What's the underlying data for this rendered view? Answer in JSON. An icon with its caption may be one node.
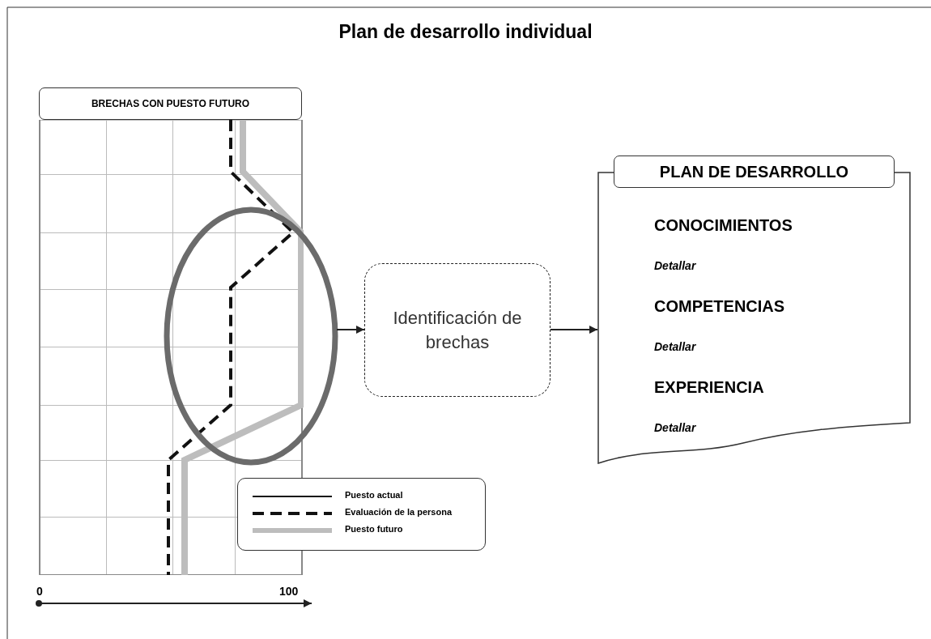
{
  "diagram": {
    "title": "Plan de desarrollo individual",
    "nodes": [
      {
        "text": [
          "BRECHAS CON PUESTO FUTURO"
        ]
      },
      {
        "text": [],
        "shape": "ellipse"
      },
      {
        "text": [
          "Identificación de brechas"
        ]
      },
      {
        "text": [
          "PLAN DE DESARROLLO",
          "CONOCIMIENTOS",
          "Detallar",
          "COMPETENCIAS",
          "Detallar",
          "EXPERIENCIA",
          "Detallar"
        ]
      }
    ],
    "edges": [
      {
        "from": 1,
        "to": 2,
        "arrow": "to"
      },
      {
        "from": 2,
        "to": 3,
        "arrow": "to"
      }
    ],
    "labels": [
      "0",
      "100"
    ],
    "legend": [
      {
        "text": "Puesto actual"
      },
      {
        "text": "Evaluación de la persona"
      },
      {
        "text": "Puesto futuro"
      }
    ]
  }
}
